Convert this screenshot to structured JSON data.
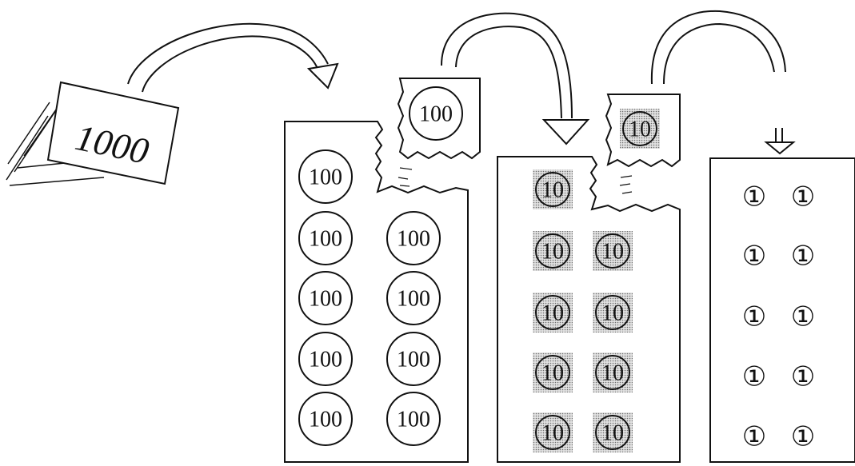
{
  "bill": {
    "value": "1000"
  },
  "hundred_sheet": {
    "torn_coin": "100",
    "coins": [
      "100",
      "100",
      "100",
      "100",
      "100",
      "100",
      "100",
      "100",
      "100"
    ]
  },
  "ten_sheet": {
    "torn_coin": "10",
    "coins": [
      "10",
      "10",
      "10",
      "10",
      "10",
      "10",
      "10",
      "10",
      "10"
    ]
  },
  "one_sheet": {
    "coins": [
      "①",
      "①",
      "①",
      "①",
      "①",
      "①",
      "①",
      "①",
      "①",
      "①"
    ]
  },
  "colors": {
    "ink": "#111111",
    "shade": "#b8b8b8",
    "paper": "#ffffff"
  }
}
